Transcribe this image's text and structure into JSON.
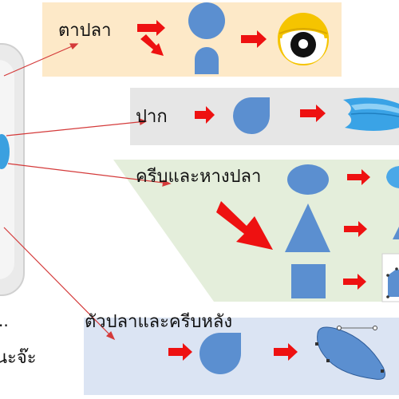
{
  "colors": {
    "eye_panel": "#fde9c8",
    "mouth_panel": "#e6e6e6",
    "fin_panel": "#e4eedb",
    "body_panel": "#dbe4f3",
    "shape_blue": "#5b8fd0",
    "arrow_red": "#ee1111",
    "pointer_line": "#d43a3a",
    "eye_yellow": "#f5c400"
  },
  "labels": {
    "eye": "ตาปลา",
    "mouth": "ปาก",
    "fins_tail": "ครีบและหางปลา",
    "body_dorsal": "ตัวปลาและครีบหลัง",
    "left_partial_1": "..",
    "left_partial_2": "นะจ๊ะ"
  }
}
